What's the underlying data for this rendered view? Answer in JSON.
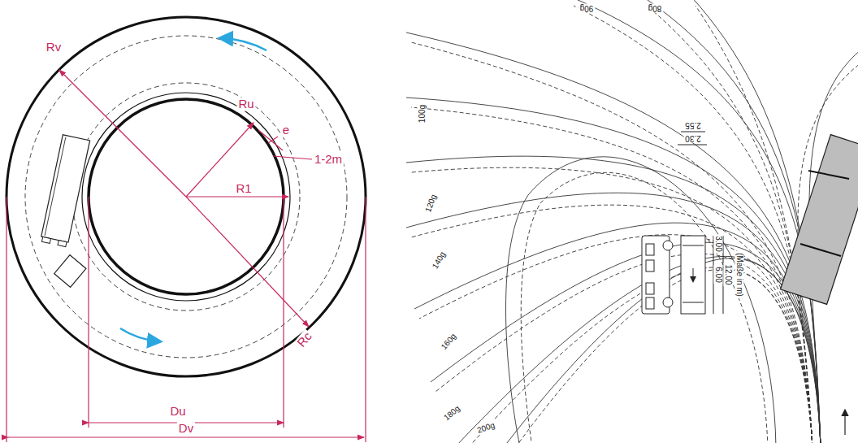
{
  "diagram": {
    "labels": [
      "Rv",
      "Ru",
      "e",
      "1-2m",
      "R1",
      "Rc",
      "Du",
      "Dv",
      "90g",
      "80g",
      "100g",
      "120g",
      "140g",
      "160g",
      "180g",
      "200g",
      "2.55",
      "2.30",
      "3.00",
      "6.00",
      "12.00",
      "(Maße in m)"
    ]
  }
}
